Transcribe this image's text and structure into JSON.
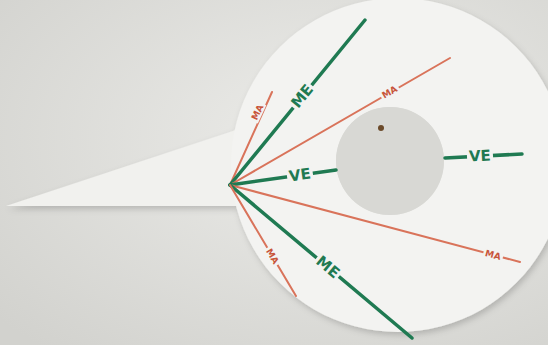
{
  "diagram": {
    "labels": [
      "MA",
      "ME",
      "MA",
      "VE",
      "VE",
      "ME",
      "MA",
      "MA"
    ]
  }
}
